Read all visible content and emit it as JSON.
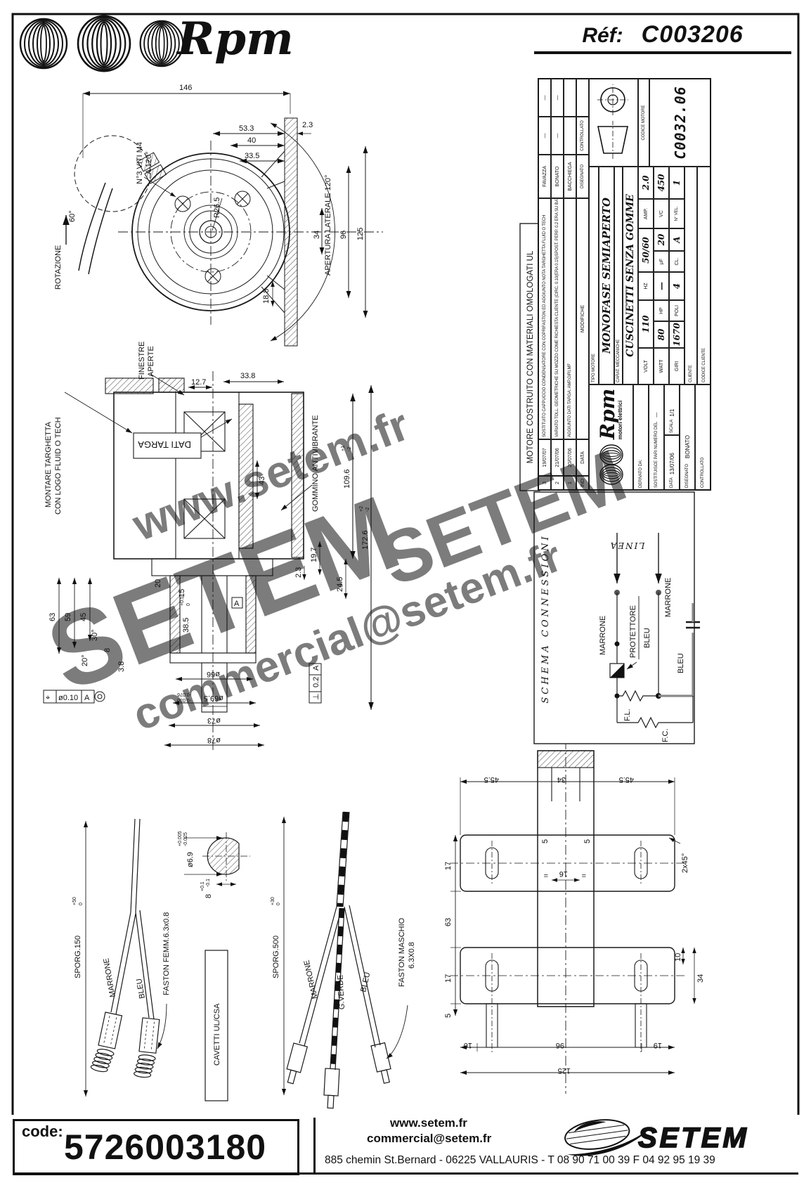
{
  "header": {
    "brand": "Rpm",
    "ref_label": "Réf:",
    "ref_value": "C003206"
  },
  "watermarks": {
    "w1": "www.setem.fr",
    "w2": "SETEM",
    "w3": "SETEM",
    "w4": "commercial@setem.fr",
    "color": "#c6c6c6"
  },
  "ul_note": "MOTORE COSTRUITO CON MATERIALI OMOLOGATI UL",
  "front_view": {
    "rotazione": "ROTAZIONE",
    "deg60": "60°",
    "viti_1": "N°3 VITI M4",
    "viti_2": "A 120°",
    "r265": "R26.5",
    "d146": "146",
    "d53": "53.3",
    "d40": "40",
    "d335": "33.5",
    "d23": "2.3",
    "d34": "34",
    "d96": "96",
    "d125": "125",
    "d188": "18.8",
    "apertura": "APERTURA LATERALE 120°"
  },
  "side_view": {
    "finestre_1": "FINESTRE",
    "finestre_2": "APERTE",
    "montare_1": "MONTARE TARGHETTA",
    "montare_2": "CON LOGO FLUID O TECH",
    "dati_targa": "DATI TARGA",
    "gommino": "GOMMINO ANTIVIBRANTE",
    "d338": "33.8",
    "d127": "12.7",
    "d43": "43",
    "d1096": "109.6",
    "d1096_p": "+1",
    "d1096_m": "-2",
    "d1726": "172.6",
    "d1726_p": "+2",
    "d1726_m": "-2",
    "d197": "19.7",
    "d23": "2.3",
    "d245": "24.5",
    "d63": "63",
    "d59": "59",
    "d45": "45",
    "d8": "8",
    "a30": "30°",
    "a20": "20°",
    "d38": "3.8",
    "d20": "20",
    "d15": "15",
    "d385": "38.5",
    "d385_p": "+0.5",
    "d385_m": "0",
    "datum": "A",
    "d66": "ø66",
    "d695": "ø69.5",
    "d695_p": "-0.030",
    "d695_m": "-0.076",
    "d73": "ø73",
    "d78": "ø78",
    "tol_perp": "⊥",
    "tol_perp_v": "0.2",
    "tol_perp_d": "A",
    "tol_pos": "⌖",
    "tol_pos_v": "ø0.10",
    "tol_pos_d": "A"
  },
  "cables": {
    "sporg150": "SPORG.150",
    "sporg150_p": "+50",
    "sporg150_m": "0",
    "marrone1": "MARRONE",
    "bleu1": "BLEU",
    "faston_femm": "FASTON FEMM.6.3x0.8",
    "cavetti": "CAVETTI UL/CSA",
    "hub_dia": "ø6.9",
    "hub_dia_p": "+0.005",
    "hub_dia_m": "-0.025",
    "hub_w": "8",
    "hub_w_p": "+0.1",
    "hub_w_m": "-0.1",
    "sporg500": "SPORG.500",
    "sporg500_p": "+30",
    "sporg500_m": "0",
    "marrone2": "MARRONE",
    "gverde": "G.VERDE",
    "bleu2": "BLEU",
    "faston_maschio_1": "FASTON MASCHIO",
    "faston_maschio_2": "6.3X0.8"
  },
  "flange_view": {
    "t1": "45.5",
    "t2": "34",
    "t3": "45.5",
    "l1": "17",
    "l2": "63",
    "l3": "17",
    "l4": "5",
    "h5a": "5",
    "h5b": "5",
    "eq1": "=",
    "d16": "16",
    "eq2": "=",
    "chamfer": "2x45°",
    "r10": "10",
    "r34": "34",
    "b10": "10",
    "b96": "96",
    "b19": "19",
    "b125": "125"
  },
  "schema": {
    "title": "SCHEMA CONNESSIONI",
    "linea": "LINEA",
    "marrone": "MARRONE",
    "protettore": "PROTETTORE",
    "bleu": "BLEU",
    "bleu2": "BLEU",
    "marrone2": "MARRONE",
    "fl": "F.L.",
    "fc": "F.C."
  },
  "title_block": {
    "rev_rows": [
      {
        "ind": "3",
        "date": "19/07/07",
        "mod": "SOSTITUITO CAPPUCCIO CONDENSATORE CON COPRIFASTON ED AGGIUNTO NOTA TARGHETTA FLUID O TECH",
        "by": "FAVAZZA",
        "chk": "—",
        "x": "—"
      },
      {
        "ind": "2",
        "date": "21/07/06",
        "mod": "VARIATO TOLL. GEOMETRICHE SU MOZZO COME RICHIESTA CLIENTE (CIRC. 0.10(ERA 0.15)SPOST. PERP. 0.2 ERA SU BATT. INTERNA",
        "by": "BONATO",
        "chk": "—",
        "x": "—"
      },
      {
        "ind": "1",
        "date": "20/07/06",
        "mod": "AGGIUNTO DATI TARGA: AMP,GIRI,MF",
        "by": "BACCHIEGA",
        "chk": "",
        "x": ""
      }
    ],
    "rev_hdr": {
      "ind": "IND",
      "date": "DATA",
      "mod": "MODIFICHE",
      "by": "DISEGNATO",
      "chk": "CONTROLLATO",
      "x": ""
    },
    "brand": "Rpm",
    "brand_sub": "motori elettrici",
    "derivato": "DERIVATO DA:",
    "sostituisce": "SOSTITUISCE PARI NUMERO DEL",
    "sostituisce_v": "—",
    "data_l": "DATA",
    "data_v": "13/07/06",
    "scala_l": "SCALA",
    "scala_v": "1/1",
    "disegnato_l": "DISEGNATO",
    "disegnato_v": "BONATO",
    "controllato_l": "CONTROLLATO",
    "tipo_l": "TIPO MOTORE",
    "tipo_v": "MONOFASE SEMIAPERTO",
    "carat_l": "CARAT. MECCANICHE",
    "carat_v": "CUSCINETTI SENZA GOMME",
    "volt_l": "VOLT",
    "volt_v": "110",
    "hz_l": "HZ",
    "hz_v": "50/60",
    "amp_l": "AMP.",
    "amp_v": "2.0",
    "watt_l": "WATT",
    "watt_v": "80",
    "hp_l": "HP",
    "hp_v": "—",
    "uf_l": "μF",
    "uf_v": "20",
    "vc_l": "VC",
    "vc_v": "450",
    "giri_l": "GIRI",
    "giri_v": "1670",
    "poli_l": "POLI",
    "poli_v": "4",
    "cl_l": "CL.",
    "cl_v": "A",
    "nvel_l": "N° VEL.",
    "nvel_v": "1",
    "cliente_l": "CLIENTE",
    "cod_cliente_l": "CODICE CLIENTE",
    "cod_motore_l": "CODICE MOTORE",
    "cod_motore_v": "C0032.06"
  },
  "footer": {
    "code_label": "code:",
    "code": "5726003180",
    "url": "www.setem.fr",
    "email": "commercial@setem.fr",
    "address": "885 chemin St.Bernard  -  06225 VALLAURIS  -  T 08 90 71 00 39   F 04 92 95 19 39",
    "brand": "SETEM"
  }
}
